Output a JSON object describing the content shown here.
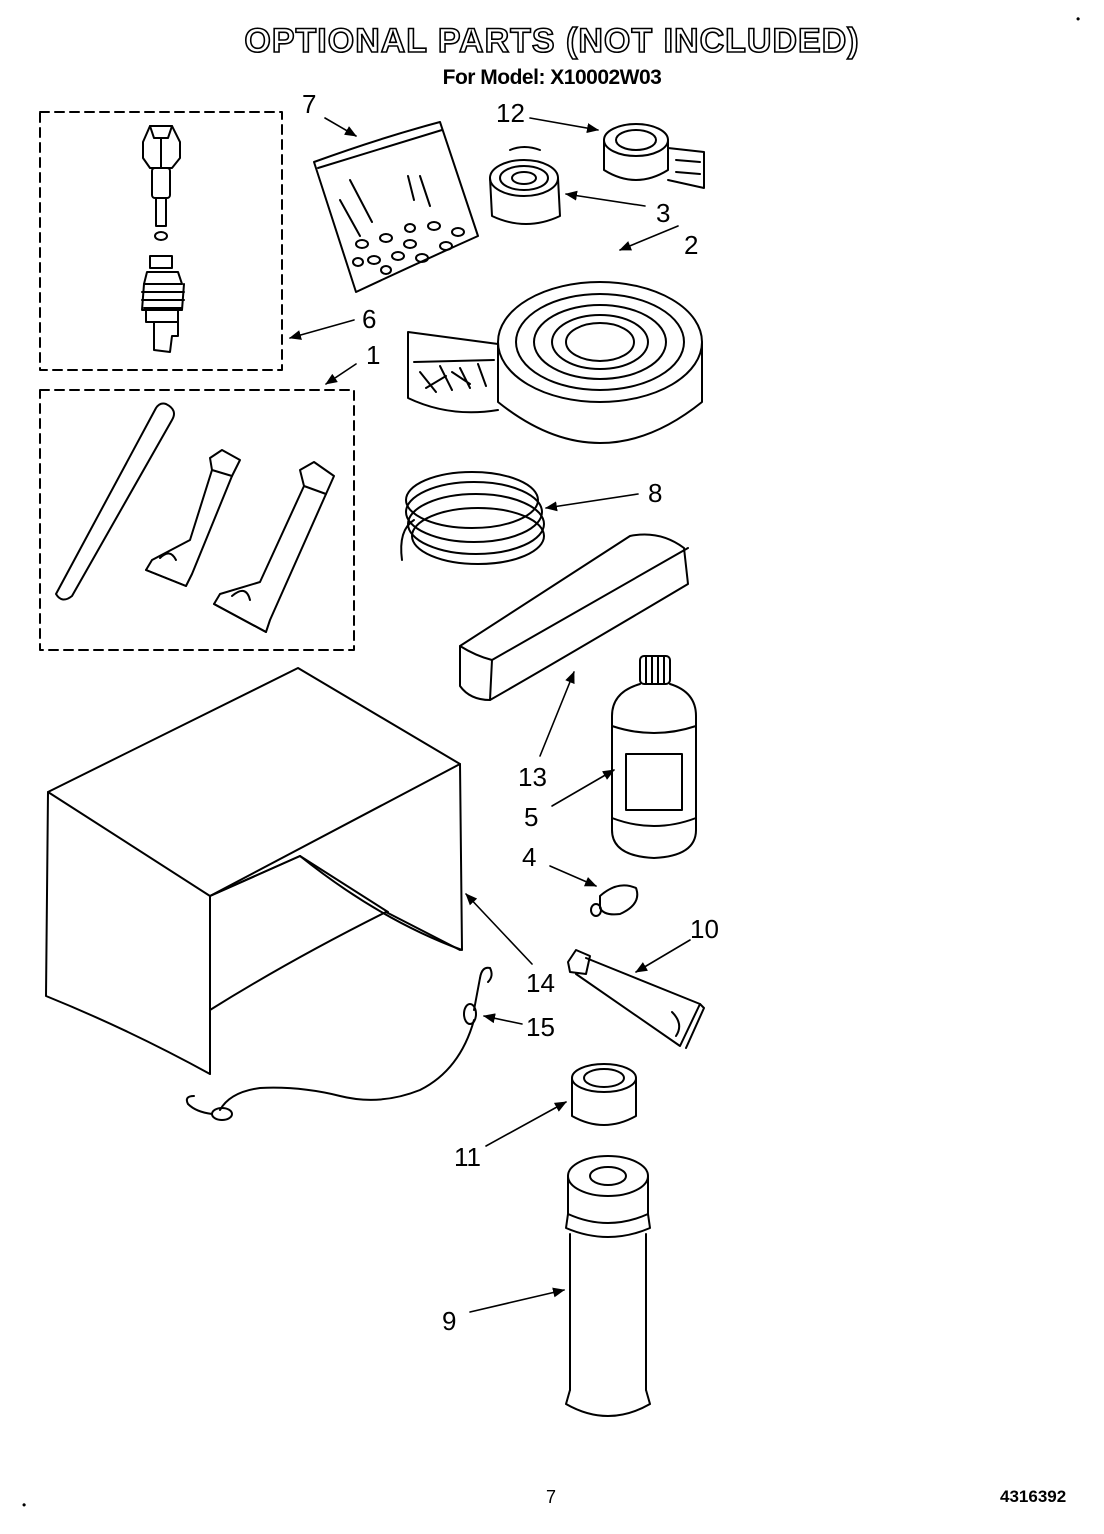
{
  "header": {
    "title": "OPTIONAL PARTS (NOT INCLUDED)",
    "subtitle": "For Model: X10002W03"
  },
  "callouts": [
    "7",
    "12",
    "3",
    "2",
    "6",
    "1",
    "8",
    "13",
    "5",
    "4",
    "10",
    "14",
    "15",
    "11",
    "9"
  ],
  "footer": {
    "page_number": "7",
    "doc_number": "4316392"
  },
  "colors": {
    "ink": "#000000",
    "paper": "#ffffff"
  }
}
